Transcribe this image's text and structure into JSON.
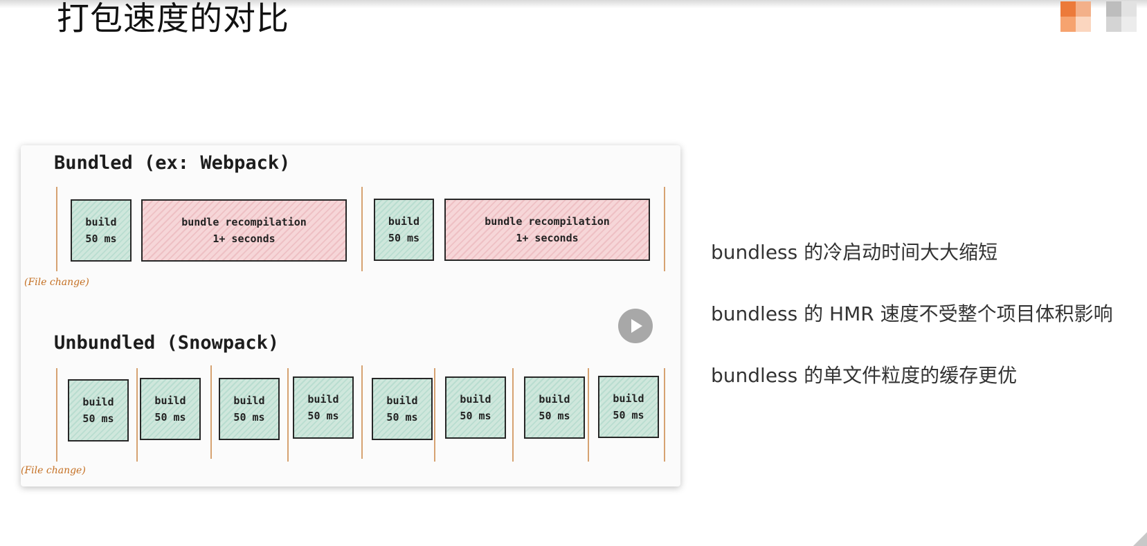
{
  "slide": {
    "title": "打包速度的对比"
  },
  "diagram": {
    "bundled": {
      "title": "Bundled (ex: Webpack)",
      "file_change": "(File change)",
      "blocks": [
        {
          "kind": "build",
          "line1": "build",
          "line2": "50 ms"
        },
        {
          "kind": "bundle",
          "line1": "bundle recompilation",
          "line2": "1+ seconds"
        },
        {
          "kind": "build",
          "line1": "build",
          "line2": "50 ms"
        },
        {
          "kind": "bundle",
          "line1": "bundle recompilation",
          "line2": "1+ seconds"
        }
      ]
    },
    "unbundled": {
      "title": "Unbundled (Snowpack)",
      "file_change": "(File change)",
      "blocks": [
        {
          "kind": "build",
          "line1": "build",
          "line2": "50 ms"
        },
        {
          "kind": "build",
          "line1": "build",
          "line2": "50 ms"
        },
        {
          "kind": "build",
          "line1": "build",
          "line2": "50 ms"
        },
        {
          "kind": "build",
          "line1": "build",
          "line2": "50 ms"
        },
        {
          "kind": "build",
          "line1": "build",
          "line2": "50 ms"
        },
        {
          "kind": "build",
          "line1": "build",
          "line2": "50 ms"
        },
        {
          "kind": "build",
          "line1": "build",
          "line2": "50 ms"
        },
        {
          "kind": "build",
          "line1": "build",
          "line2": "50 ms"
        }
      ]
    }
  },
  "bullets": [
    "bundless 的冷启动时间大大缩短",
    "bundless 的 HMR 速度不受整个项目体积影响",
    "bundless 的单文件粒度的缓存更优"
  ],
  "colors": {
    "build_fill": "#cfe7dc",
    "bundle_fill": "#f6d6d8",
    "tick": "#d6a271",
    "file_change": "#c46f22"
  },
  "icons": {
    "play": "play-icon"
  }
}
